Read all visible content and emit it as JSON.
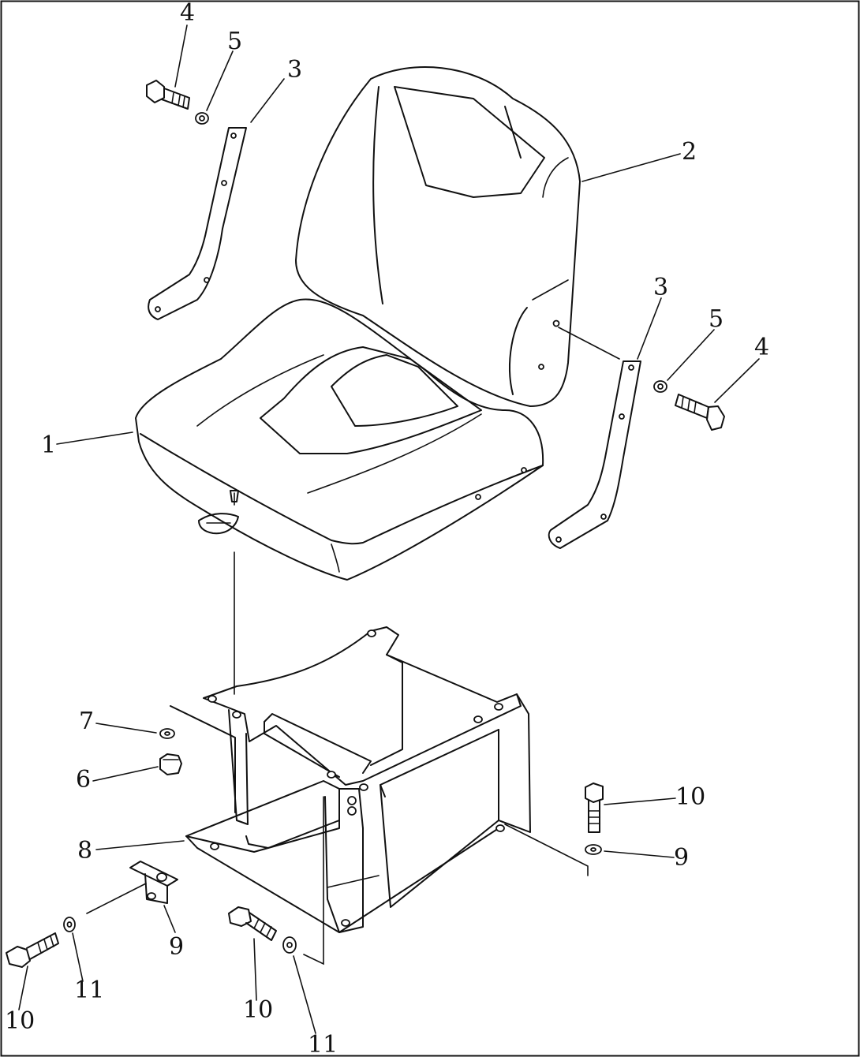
{
  "callouts": [
    {
      "id": "c4a",
      "text": "4"
    },
    {
      "id": "c5a",
      "text": "5"
    },
    {
      "id": "c3a",
      "text": "3"
    },
    {
      "id": "c2",
      "text": "2"
    },
    {
      "id": "c3b",
      "text": "3"
    },
    {
      "id": "c5b",
      "text": "5"
    },
    {
      "id": "c4b",
      "text": "4"
    },
    {
      "id": "c1",
      "text": "1"
    },
    {
      "id": "c7",
      "text": "7"
    },
    {
      "id": "c6",
      "text": "6"
    },
    {
      "id": "c10a",
      "text": "10"
    },
    {
      "id": "c8",
      "text": "8"
    },
    {
      "id": "c9a",
      "text": "9"
    },
    {
      "id": "c9b",
      "text": "9"
    },
    {
      "id": "c10b",
      "text": "10"
    },
    {
      "id": "c11a",
      "text": "11"
    },
    {
      "id": "c10c",
      "text": "10"
    },
    {
      "id": "c11b",
      "text": "11"
    }
  ],
  "colors": {
    "ink": "#111111",
    "paper": "#ffffff"
  }
}
